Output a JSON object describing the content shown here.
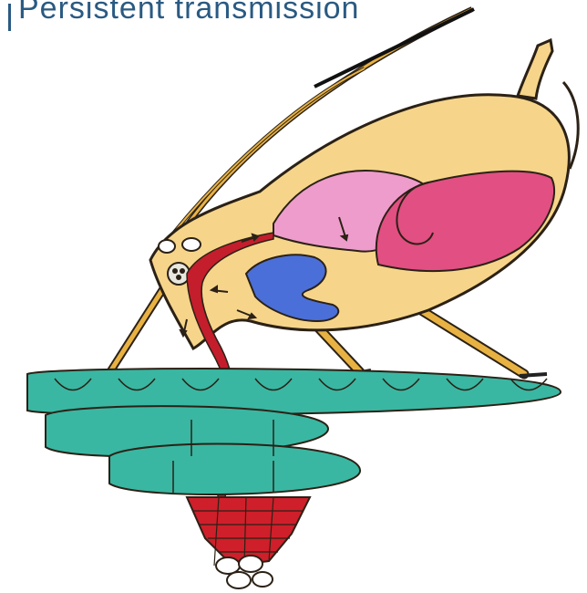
{
  "slide": {
    "title": "Persistent transmission"
  },
  "colors": {
    "title": "#2a5a82",
    "body": "#f6d58a",
    "outline": "#2b2116",
    "salivary_gland": "#ee9ccc",
    "gut": "#e24f82",
    "hemocoel_pocket": "#4b6fd8",
    "stylet": "#c41d2c",
    "plant_cells": "#39b7a2",
    "phloem": "#cf1f2a",
    "legs": "#e8b243"
  },
  "icons": [
    "aphid-body",
    "antenna",
    "salivary-gland",
    "gut",
    "stylet",
    "leaf-epidermis",
    "phloem-bundle"
  ]
}
